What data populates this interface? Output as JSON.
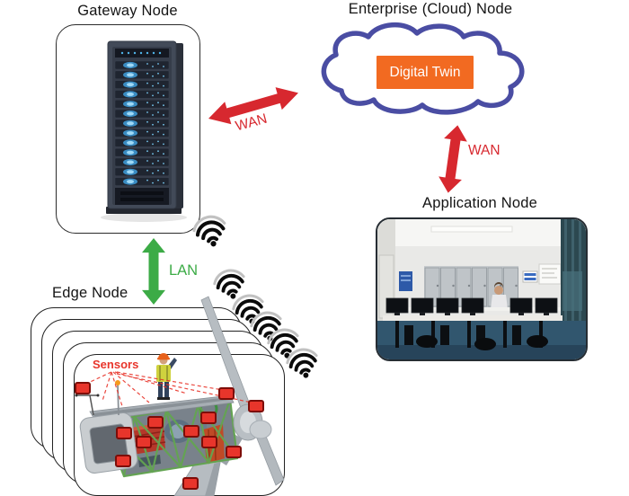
{
  "diagram": {
    "gateway": {
      "label": "Gateway Node"
    },
    "cloud": {
      "label": "Enterprise (Cloud) Node",
      "digital_twin": "Digital Twin"
    },
    "application": {
      "label": "Application Node"
    },
    "edge": {
      "label": "Edge Node",
      "sensors": "Sensors",
      "stack_count": 5
    },
    "links": {
      "wan_gateway_cloud": "WAN",
      "wan_cloud_application": "WAN",
      "lan_gateway_edge": "LAN"
    },
    "wifi_icon_count": 6,
    "colors": {
      "red": "#d7282f",
      "green": "#3cab46",
      "cloud_blue": "#4a4da3",
      "orange": "#f26a21",
      "sensor_red": "#e8352b",
      "ink": "#141414"
    }
  }
}
